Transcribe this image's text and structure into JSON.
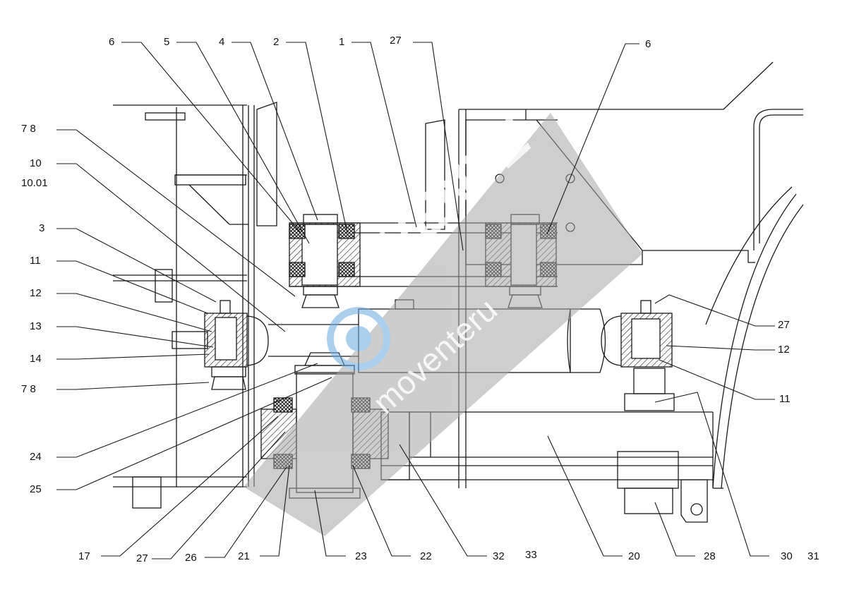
{
  "callouts": {
    "top": [
      "6",
      "5",
      "4",
      "2",
      "1",
      "27",
      "6"
    ],
    "left": [
      "7  8",
      "10",
      "10.01",
      "3",
      "11",
      "12",
      "13",
      "14",
      "7  8",
      "24",
      "25"
    ],
    "right": [
      "27",
      "12",
      "11"
    ],
    "bottom": [
      "17",
      "27",
      "26",
      "21",
      "23",
      "22",
      "32",
      "33",
      "20",
      "28",
      "30",
      "31"
    ]
  },
  "watermark": {
    "brand": "VENTE",
    "site": "moventeru"
  },
  "colors": {
    "line": "#1a1a1a",
    "watermark_gray": "#9a9a9a",
    "watermark_blue": "#6aa9e0",
    "hatch_dark": "#222222"
  }
}
